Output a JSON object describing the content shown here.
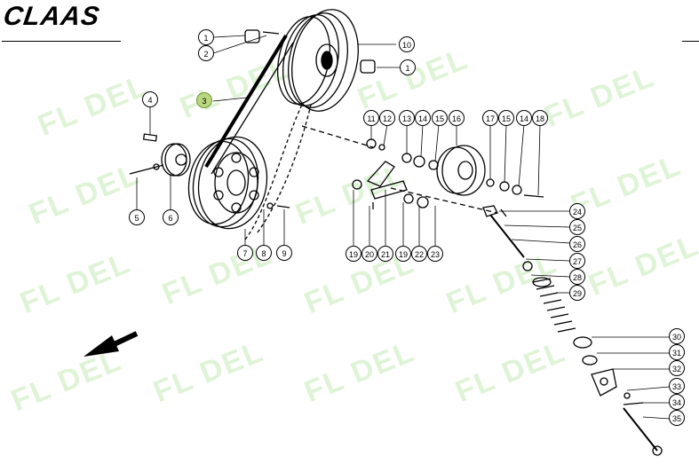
{
  "brand": {
    "logo_text": "CLAAS"
  },
  "watermark": {
    "text": "FL DEL"
  },
  "callouts": [
    "1",
    "2",
    "1",
    "3",
    "4",
    "5",
    "6",
    "7",
    "8",
    "9",
    "10",
    "11",
    "12",
    "13",
    "14",
    "15",
    "16",
    "17",
    "15",
    "14",
    "18",
    "19",
    "20",
    "21",
    "19",
    "22",
    "23",
    "24",
    "25",
    "26",
    "27",
    "28",
    "29",
    "30",
    "31",
    "32",
    "33",
    "34",
    "35"
  ],
  "highlighted_part": "3",
  "colors": {
    "highlight": "#b9d780",
    "watermark": "#8cd76e"
  }
}
